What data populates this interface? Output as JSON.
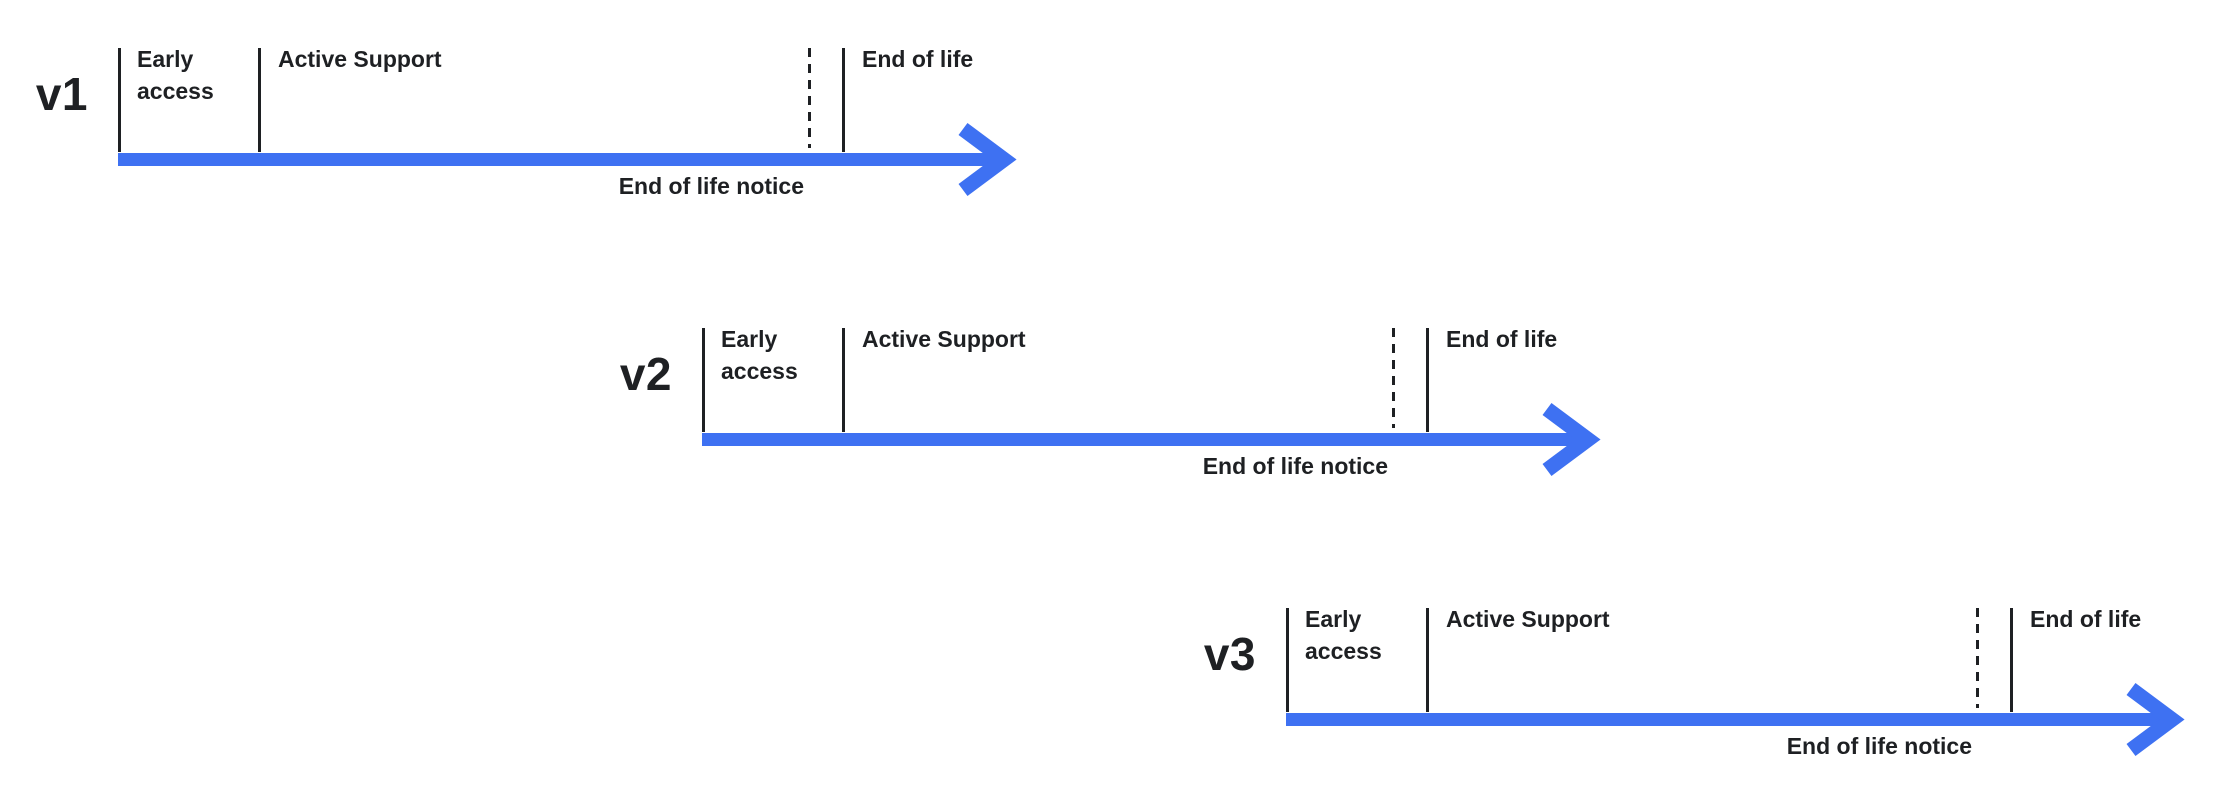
{
  "page": {
    "background": "#ffffff"
  },
  "colors": {
    "accent_blue": "#3e71f2",
    "ink": "#1e2023"
  },
  "timelines": [
    {
      "version": "v1",
      "phases": {
        "early_access": "Early access",
        "active_support": "Active Support",
        "end_of_life": "End of life"
      },
      "annotation": "End of life notice"
    },
    {
      "version": "v2",
      "phases": {
        "early_access": "Early access",
        "active_support": "Active Support",
        "end_of_life": "End of life"
      },
      "annotation": "End of life notice"
    },
    {
      "version": "v3",
      "phases": {
        "early_access": "Early access",
        "active_support": "Active Support",
        "end_of_life": "End of life"
      },
      "annotation": "End of life notice"
    }
  ]
}
